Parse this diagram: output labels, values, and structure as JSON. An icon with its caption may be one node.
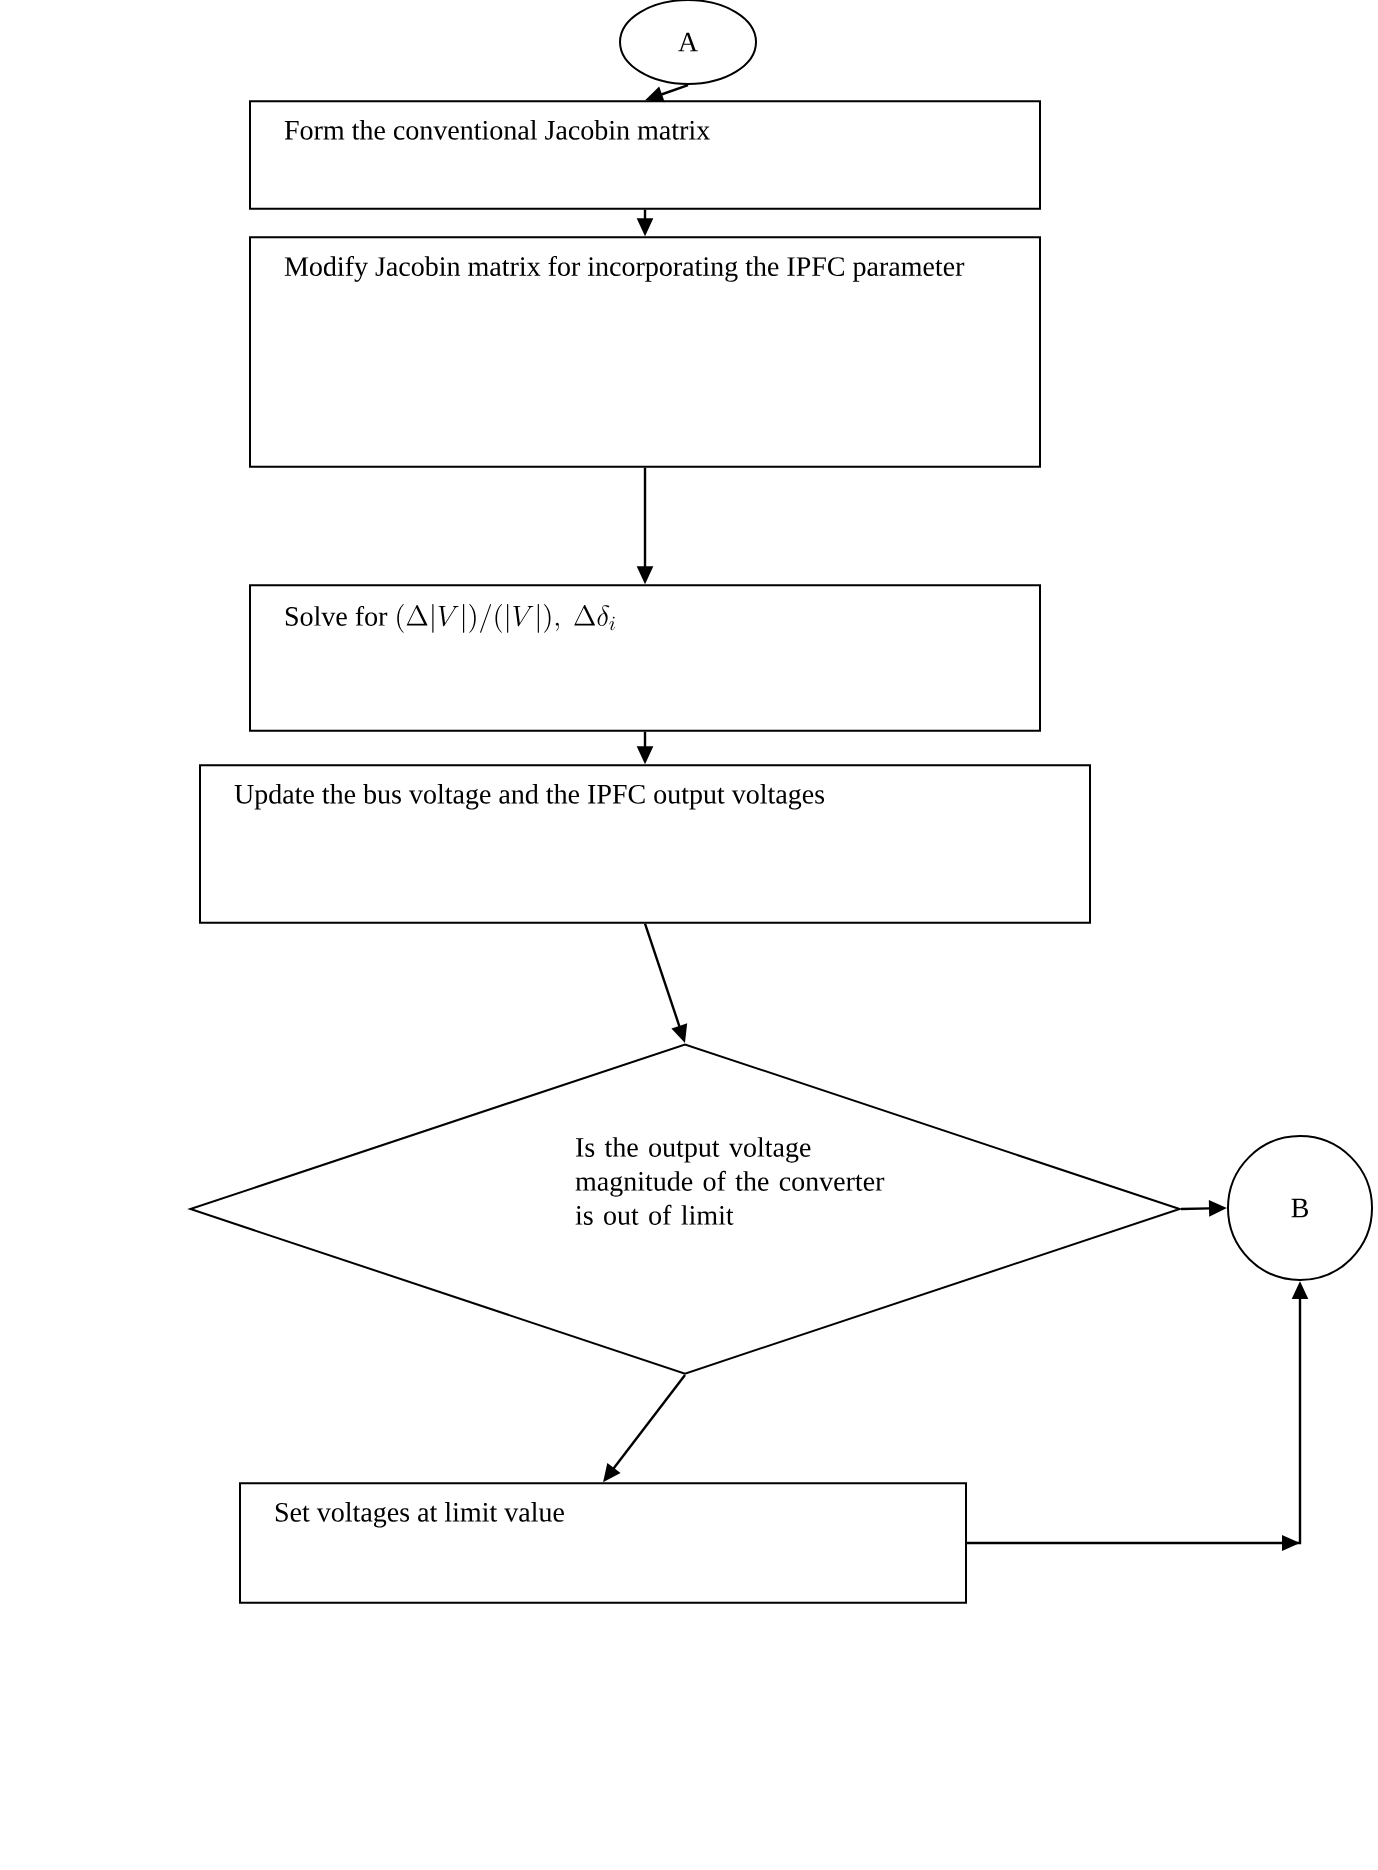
{
  "diagram": {
    "nodes": [
      {
        "text": [
          "A"
        ]
      },
      {
        "text": [
          "Form the conventional Jacobin matrix"
        ]
      },
      {
        "text": [
          "Modify Jacobin matrix for incorporating the IPFC parameter"
        ]
      },
      {
        "text": [
          "Solve for",
          "(\\Delta|V|)/(|V|),\\ \\Delta\\delta_{i}"
        ]
      },
      {
        "text": [
          "Update the bus voltage and the IPFC output voltages"
        ]
      },
      {
        "text": [
          "Is the output voltage magnitude of the converter is out of limit"
        ]
      },
      {
        "text": [
          "B"
        ]
      },
      {
        "text": [
          "Set voltages at limit value"
        ]
      }
    ],
    "edges": [
      {
        "from": 0,
        "to": 1,
        "arrow": "to"
      },
      {
        "from": 1,
        "to": 2,
        "arrow": "to"
      },
      {
        "from": 2,
        "to": 3,
        "arrow": "to"
      },
      {
        "from": 3,
        "to": 4,
        "arrow": "to"
      },
      {
        "from": 4,
        "to": 5,
        "arrow": "to"
      },
      {
        "from": 5,
        "to": 6,
        "arrow": "to"
      },
      {
        "from": 5,
        "to": 7,
        "arrow": "to"
      },
      {
        "from": 7,
        "to": 6,
        "arrow": "to"
      }
    ]
  }
}
